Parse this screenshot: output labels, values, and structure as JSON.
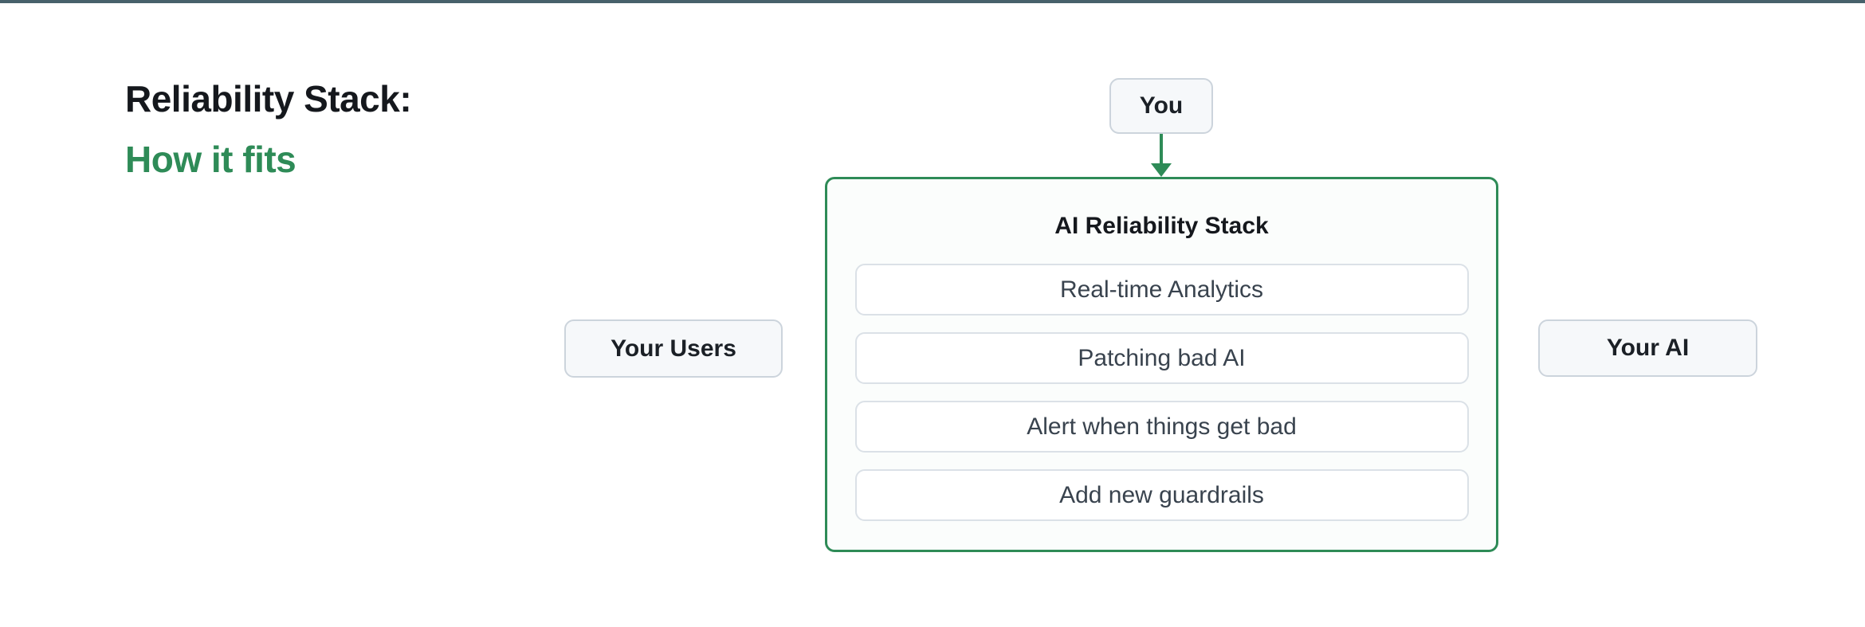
{
  "colors": {
    "accent_green": "#2e8b57",
    "top_bar": "#47616b",
    "node_background": "#f6f8fa",
    "node_border": "#ccd4dc"
  },
  "header": {
    "title": "Reliability Stack:",
    "subtitle": "How it fits"
  },
  "diagram": {
    "you_label": "You",
    "users_label": "Your Users",
    "ai_label": "Your AI",
    "arrow": "you-to-stack-down-arrow",
    "stack": {
      "title": "AI Reliability Stack",
      "items": [
        "Real-time Analytics",
        "Patching bad AI",
        "Alert when things get bad",
        "Add new guardrails"
      ]
    }
  }
}
